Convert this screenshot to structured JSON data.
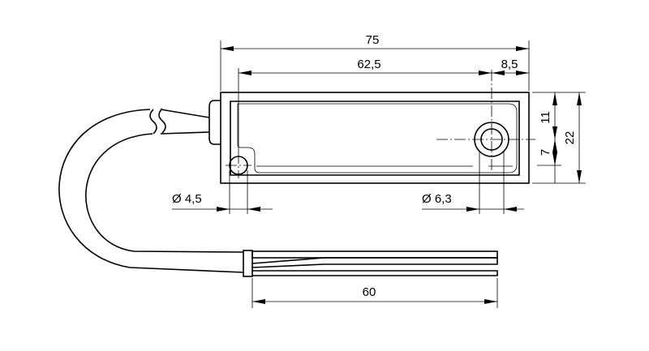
{
  "dimensions": {
    "total_length": "75",
    "hole_spacing": "62,5",
    "hole_offset_end": "8,5",
    "height_upper": "11",
    "height_lower": "7",
    "total_height": "22",
    "small_hole_diameter": "Ø 4,5",
    "large_hole_diameter": "Ø 6,3",
    "wire_strip_length": "60"
  }
}
